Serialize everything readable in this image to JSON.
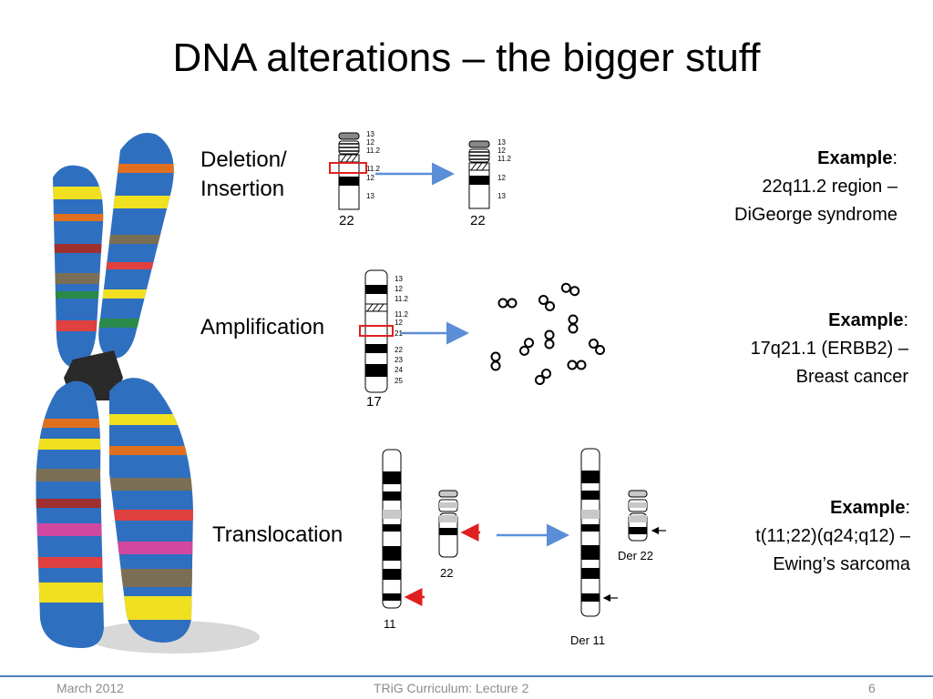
{
  "slide": {
    "title": "DNA alterations – the bigger stuff",
    "footer": {
      "date": "March 2012",
      "center": "TRiG Curriculum: Lecture 2",
      "page": "6"
    }
  },
  "deletion": {
    "label_line1": "Deletion/",
    "label_line2": "Insertion",
    "chromosome_before": {
      "name": "22",
      "bands": [
        "13",
        "12",
        "11.2",
        "11.2",
        "12",
        "13"
      ]
    },
    "chromosome_after": {
      "name": "22",
      "bands": [
        "13",
        "12",
        "11.2",
        "12",
        "13"
      ]
    },
    "example_heading": "Example",
    "example_line1": "22q11.2 region –",
    "example_line2": "DiGeorge syndrome"
  },
  "amplification": {
    "label": "Amplification",
    "chromosome": {
      "name": "17",
      "bands": [
        "13",
        "12",
        "11.2",
        "11.2",
        "12",
        "21",
        "22",
        "23",
        "24",
        "25"
      ]
    },
    "example_heading": "Example",
    "example_line1": "17q21.1 (ERBB2) –",
    "example_line2": "Breast cancer"
  },
  "translocation": {
    "label": "Translocation",
    "chr11_label": "11",
    "chr22_label": "22",
    "der22_label": "Der 22",
    "der11_label": "Der 11",
    "example_heading": "Example",
    "example_line1": "t(11;22)(q24;q12) –",
    "example_line2": "Ewing’s sarcoma"
  },
  "colors": {
    "arrow": "#5b8ed6",
    "highlight": "#e02020",
    "footer_rule": "#4f81bd",
    "chromosome_blue": "#2f6fc0"
  }
}
